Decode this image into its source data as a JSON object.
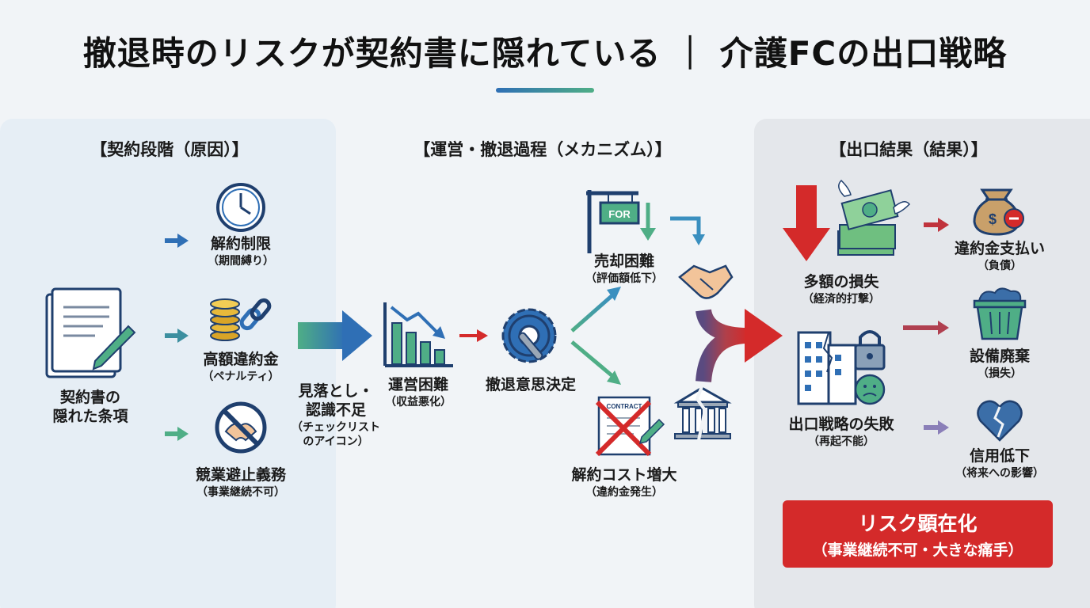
{
  "title": "撤退時のリスクが契約書に隠れている ｜ 介護FCの出口戦略",
  "sections": {
    "left": "【契約段階（原因）】",
    "middle": "【運営・撤退過程（メカニズム）】",
    "right": "【出口結果（結果）】"
  },
  "contract": {
    "line1": "契約書の",
    "line2": "隠れた条項"
  },
  "clauses": [
    {
      "label": "解約制限",
      "sub": "（期間縛り）"
    },
    {
      "label": "高額違約金",
      "sub": "（ペナルティ）"
    },
    {
      "label": "競業避止義務",
      "sub": "（事業継続不可）"
    }
  ],
  "oversight": {
    "line1": "見落とし・",
    "line2": "認識不足",
    "sub1": "（チェックリスト",
    "sub2": "のアイコン）"
  },
  "operation": {
    "label": "運営困難",
    "sub": "（収益悪化）"
  },
  "decision": {
    "label": "撤退意思決定"
  },
  "sale": {
    "label": "売却困難",
    "sub": "（評価額低下）",
    "sign": "FOR"
  },
  "cost": {
    "label": "解約コスト増大",
    "sub": "（違約金発生）",
    "doc": "CONTRACT"
  },
  "loss": {
    "label": "多額の損失",
    "sub": "（経済的打撃）"
  },
  "failure": {
    "label": "出口戦略の失敗",
    "sub": "（再起不能）"
  },
  "outcomes": [
    {
      "label": "違約金支払い",
      "sub": "（負債）"
    },
    {
      "label": "設備廃棄",
      "sub": "（損失）"
    },
    {
      "label": "信用低下",
      "sub": "（将来への影響）"
    }
  ],
  "risk": {
    "line1": "リスク顕在化",
    "line2": "（事業継続不可・大きな痛手）"
  },
  "colors": {
    "blue": "#2f6fb5",
    "green": "#4fae86",
    "red": "#d42a2a",
    "purple": "#8a7fb8",
    "navy": "#1f3f6e"
  }
}
